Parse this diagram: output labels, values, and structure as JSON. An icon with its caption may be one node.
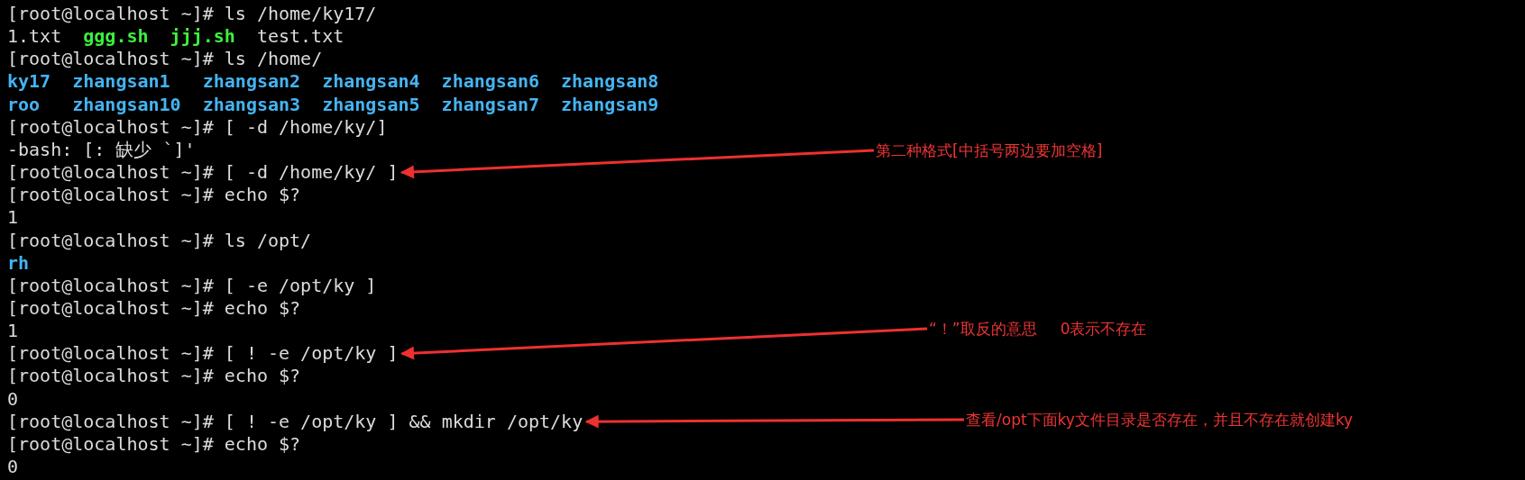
{
  "diagram": {
    "nodes": [
      {
        "text": [
          "第二种格式[中括号两边要加空格]"
        ]
      },
      {
        "text": [
          "[root@localhost ~]# [ -d /home/ky/ ]"
        ]
      },
      {
        "text": [
          "“！”取反的意思",
          "0表示不存在"
        ]
      },
      {
        "text": [
          "[root@localhost ~]# [ ! -e /opt/ky ]"
        ]
      },
      {
        "text": [
          "[root@localhost ~]# [ ! -e /opt/ky ] && mkdir /opt/ky"
        ]
      },
      {
        "text": [
          "查看/opt下面ky文件目录是否存在，并且不存在就创建ky"
        ]
      }
    ],
    "edges": [
      {
        "from": 0,
        "to": 1,
        "arrow": "to"
      },
      {
        "from": 2,
        "to": 3,
        "arrow": "to"
      },
      {
        "from": 5,
        "to": 4,
        "arrow": "to"
      }
    ],
    "labels": [
      "[root@localhost ~]# ls /home/ky17/",
      "1.txt",
      "ggg.sh",
      "jjj.sh",
      "test.txt",
      "[root@localhost ~]# ls /home/",
      "ky17",
      "zhangsan1",
      "zhangsan2",
      "zhangsan4",
      "zhangsan6",
      "zhangsan8",
      "roo",
      "zhangsan10",
      "zhangsan3",
      "zhangsan5",
      "zhangsan7",
      "zhangsan9",
      "[root@localhost ~]# [ -d /home/ky/]",
      "-bash: [: 缺少 `]'",
      "[root@localhost ~]# echo $?",
      "1",
      "[root@localhost ~]# ls /opt/",
      "rh",
      "[root@localhost ~]# [ -e /opt/ky ]",
      "[root@localhost ~]# echo $?",
      "1",
      "[root@localhost ~]# echo $?",
      "0",
      "[root@localhost ~]# echo $?",
      "0"
    ]
  }
}
